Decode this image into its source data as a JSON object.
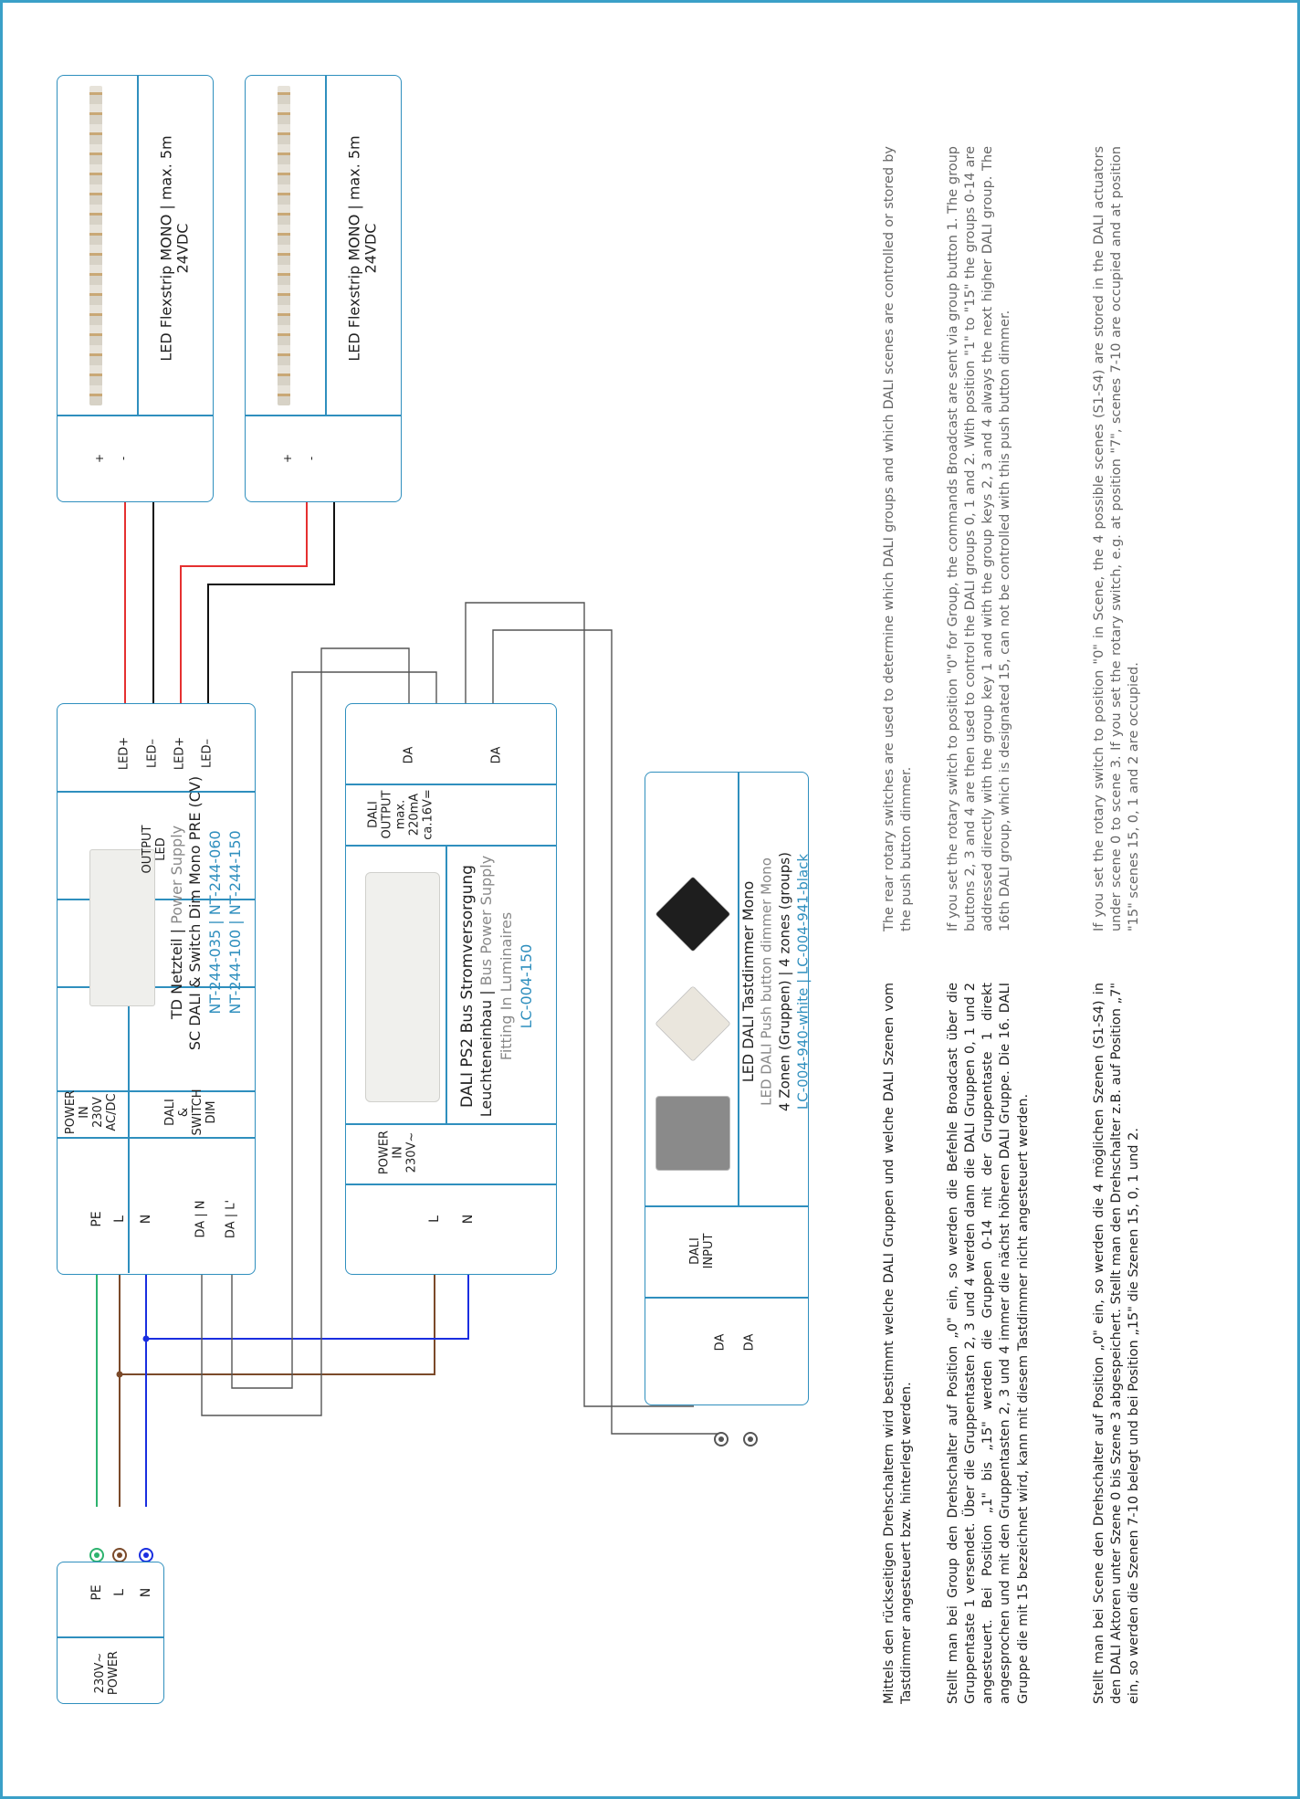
{
  "colors": {
    "frame": "#3aa0c8",
    "pe": "#2db36e",
    "l": "#7b4a2a",
    "n": "#1a2ee0",
    "red": "#e53030",
    "black": "#111111",
    "da": "#555555"
  },
  "mains": {
    "title": "230V~\nPOWER",
    "pe": "PE",
    "l": "L",
    "n": "N"
  },
  "psu": {
    "pe": "PE",
    "l": "L",
    "n": "N",
    "dal_n": "DA | N",
    "dal_l": "DA | L'",
    "power_in": "POWER\nIN\n230V\nAC/DC",
    "dali_switch": "DALI\n&\nSWITCH\nDIM",
    "title_a": "TD Netzteil | ",
    "title_b": "Power Supply",
    "subtitle": "SC DALI & Switch Dim Mono PRE (CV)",
    "codes_1": "NT-244-035 | NT-244-060",
    "codes_2": "NT-244-100 | NT-244-150",
    "output": "OUTPUT\nLED",
    "led1p": "LED+",
    "led1m": "LED–",
    "led2p": "LED+",
    "led2m": "LED–"
  },
  "ps2": {
    "l": "L",
    "n": "N",
    "power_in": "POWER\nIN\n230V~",
    "title": "DALI PS2 Bus Stromversorgung",
    "sub_a": "Leuchteneinbau | ",
    "sub_b": "Bus Power Supply",
    "sub2": "Fitting In Luminaires",
    "code": "LC-004-150",
    "output": "DALI\nOUTPUT\nmax.\n220mA\nca.16V=",
    "da1": "DA",
    "da2": "DA"
  },
  "dimmer": {
    "da1": "DA",
    "da2": "DA",
    "input": "DALI\nINPUT",
    "title": "LED DALI Tastdimmer Mono",
    "sub": "LED DALI Push button dimmer Mono",
    "zones": "4 Zonen (Gruppen) | 4 zones (groups)",
    "codes": "LC-004-940-white | LC-004-941-black"
  },
  "strips": [
    {
      "label": "LED Flexstrip MONO | max. 5m\n24VDC",
      "plus": "+",
      "minus": "-"
    },
    {
      "label": "LED Flexstrip MONO | max. 5m\n24VDC",
      "plus": "+",
      "minus": "-"
    }
  ],
  "text_de": [
    "Mittels den rückseitigen Drehschaltern wird bestimmt welche DALI Gruppen und welche DALI Szenen vom Tastdimmer angesteuert bzw. hinterlegt werden.",
    "Stellt man bei Group den Drehschalter auf Position „0\" ein, so werden die Befehle Broadcast über die Gruppentaste 1 versendet. Über die Gruppentasten 2, 3 und 4 werden dann die DALI Gruppen 0, 1 und 2 angesteuert. Bei Position „1\" bis „15\" werden die Gruppen 0-14 mit der Gruppentaste 1 direkt angesprochen und mit den Gruppentasten 2, 3 und 4 immer die nächst höheren DALI Gruppe. Die 16. DALI Gruppe die mit 15 bezeichnet wird, kann mit diesem Tastdimmer nicht angesteuert werden.",
    "Stellt man bei Scene den Drehschalter auf Position „0\" ein, so werden die 4 möglichen Szenen (S1-S4) in den DALI Aktoren unter Szene 0 bis Szene 3 abgespeichert. Stellt man den Drehschalter z.B. auf Position „7\" ein, so werden die Szenen 7-10 belegt und bei Position „15\" die Szenen 15, 0, 1 und 2."
  ],
  "text_en": [
    "The rear rotary switches are used to determine which DALI groups and which DALI scenes are controlled or stored by the push button dimmer.",
    "If you set the rotary switch to position \"0\" for Group, the commands Broadcast are sent via group button 1. The group buttons 2, 3 and 4 are then used to control the DALI groups 0, 1 and 2. With position \"1\" to \"15\" the groups 0-14 are addressed directly with the group key 1 and with the group keys 2, 3 and 4 always the next higher DALI group. The 16th DALI group, which is designated 15, can not be controlled with this push button dimmer.",
    "If you set the rotary switch to position \"0\" in Scene, the 4 possible scenes (S1-S4) are stored in the DALI actuators under scene 0 to scene 3. If you set the rotary switch, e.g. at position \"7\", scenes 7-10 are occupied and at position \"15\" scenes 15, 0, 1 and 2 are occupied."
  ]
}
